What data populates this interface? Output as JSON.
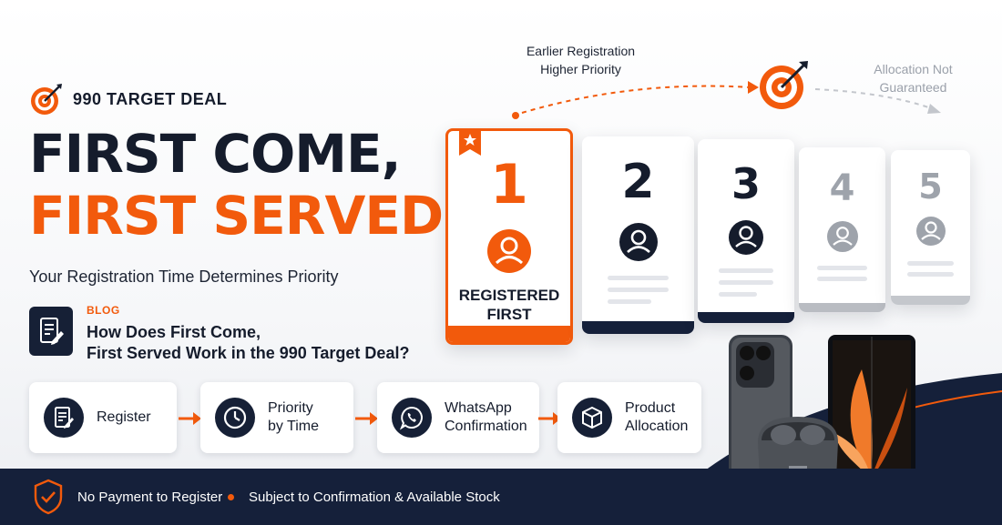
{
  "brand": {
    "name": "990 TARGET DEAL",
    "icon": "target-icon"
  },
  "headline": {
    "line1": "FIRST COME,",
    "line2": "FIRST SERVED"
  },
  "subheadline": "Your Registration Time Determines Priority",
  "blog": {
    "label": "BLOG",
    "title_line1": "How Does First Come,",
    "title_line2": "First Served Work in the 990 Target Deal?",
    "icon": "document-edit-icon"
  },
  "steps": [
    {
      "label_line1": "Register",
      "label_line2": "",
      "icon": "register-form-icon"
    },
    {
      "label_line1": "Priority",
      "label_line2": "by Time",
      "icon": "clock-icon"
    },
    {
      "label_line1": "WhatsApp",
      "label_line2": "Confirmation",
      "icon": "whatsapp-icon"
    },
    {
      "label_line1": "Product",
      "label_line2": "Allocation",
      "icon": "box-icon"
    }
  ],
  "queue": {
    "top_note_line1": "Earlier Registration",
    "top_note_line2": "Higher Priority",
    "right_note_line1": "Allocation Not",
    "right_note_line2": "Guaranteed",
    "cards": [
      {
        "number": "1",
        "caption_line1": "REGISTERED",
        "caption_line2": "FIRST"
      },
      {
        "number": "2"
      },
      {
        "number": "3"
      },
      {
        "number": "4"
      },
      {
        "number": "5"
      }
    ]
  },
  "footer": {
    "item1": "No Payment to Register",
    "item2": "Subject to Confirmation & Available Stock",
    "icon": "shield-check-icon"
  },
  "colors": {
    "accent": "#f25a0c",
    "navy": "#15203a",
    "text": "#151c2c"
  }
}
